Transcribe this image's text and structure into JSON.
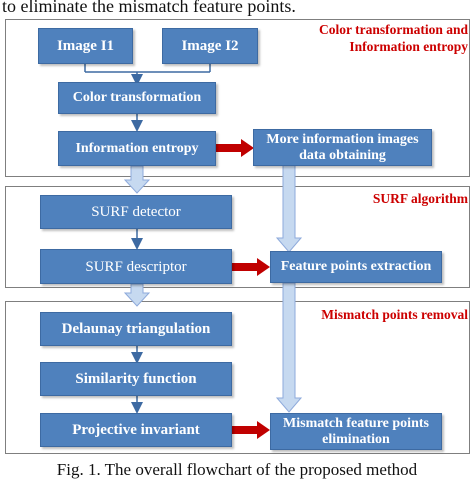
{
  "intro_text": "to eliminate the mismatch feature points.",
  "panels": {
    "color": {
      "title_line1": "Color  transformation and",
      "title_line2": "Information entropy"
    },
    "surf": {
      "title": "SURF algorithm"
    },
    "mismatch": {
      "title": "Mismatch points removal"
    }
  },
  "boxes": {
    "image1": "Image I1",
    "image2": "Image I2",
    "color_transformation": "Color  transformation",
    "information_entropy": "Information entropy",
    "more_info_line1": "More information images",
    "more_info_line2": "data obtaining",
    "surf_detector": "SURF detector",
    "surf_descriptor": "SURF descriptor",
    "feature_extraction": "Feature points extraction",
    "delaunay": "Delaunay triangulation",
    "similarity": "Similarity function",
    "projective": "Projective invariant",
    "elimination_line1": "Mismatch feature points",
    "elimination_line2": "elimination"
  },
  "caption": "Fig. 1. The overall flowchart of the proposed method",
  "colors": {
    "box_fill": "#4f81bd",
    "title_red": "#cc0000",
    "red_arrow": "#c00000",
    "light_arrow": "#c6d9f0"
  }
}
